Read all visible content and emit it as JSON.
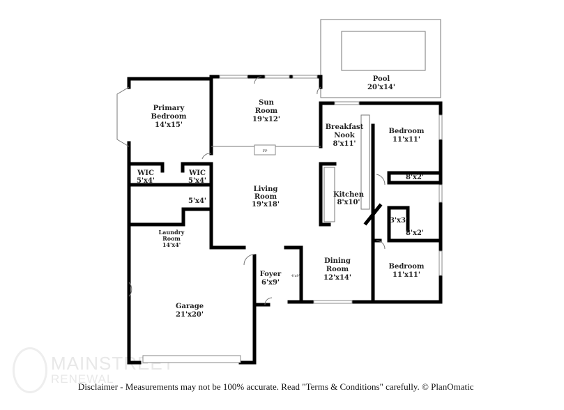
{
  "rooms": {
    "primary_bedroom": {
      "name_1": "Primary",
      "name_2": "Bedroom",
      "size": "14'x15'"
    },
    "sun_room": {
      "name_1": "Sun",
      "name_2": "Room",
      "size": "19'x12'"
    },
    "pool": {
      "name": "Pool",
      "size": "20'x14'"
    },
    "breakfast_nook": {
      "name_1": "Breakfast",
      "name_2": "Nook",
      "size": "8'x11'"
    },
    "bedroom_1": {
      "name": "Bedroom",
      "size": "11'x11'"
    },
    "bedroom_2": {
      "name": "Bedroom",
      "size": "11'x11'"
    },
    "closet_1": {
      "size": "8'x2'"
    },
    "closet_2": {
      "size": "8'x2'"
    },
    "closet_3": {
      "size": "3'x3'"
    },
    "wic_1": {
      "name": "WIC",
      "size": "5'x4'"
    },
    "wic_2": {
      "name": "WIC",
      "size": "5'x4'"
    },
    "bath_small": {
      "size": "5'x4'"
    },
    "living_room": {
      "name_1": "Living",
      "name_2": "Room",
      "size": "19'x18'"
    },
    "kitchen": {
      "name": "Kitchen",
      "size": "8'x10'"
    },
    "laundry": {
      "name_1": "Laundry",
      "name_2": "Room",
      "size": "14'x4'"
    },
    "foyer": {
      "name": "Foyer",
      "size": "6'x9'"
    },
    "foyer_closet": {
      "size": "4'x9'"
    },
    "dining_room": {
      "name_1": "Dining",
      "name_2": "Room",
      "size": "12'x14'"
    },
    "garage": {
      "name": "Garage",
      "size": "21'x20'"
    },
    "fireplace": {
      "label": "FP"
    }
  },
  "watermark": {
    "line_1": "MAINSTREET",
    "line_2": "RENEWAL"
  },
  "disclaimer": "Disclaimer - Measurements may not be 100% accurate. Read \"Terms & Conditions\" carefully. © PlanOmatic"
}
